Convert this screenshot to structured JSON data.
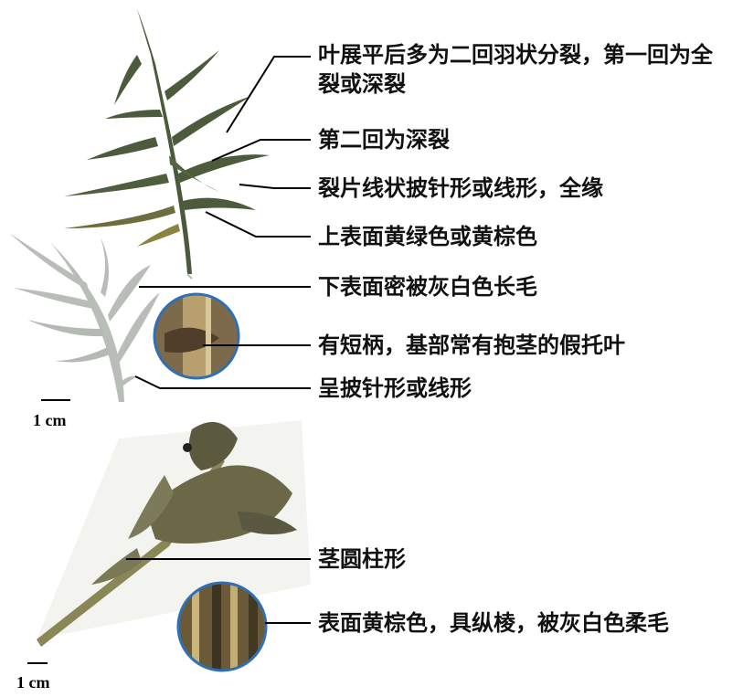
{
  "colors": {
    "upper_leaf": "#4a5a3a",
    "upper_leaf_yellow": "#8a8240",
    "lower_leaf": "#b9bdb8",
    "stem_dry": "#6b6848",
    "inset_border": "#2f6fb5",
    "leader_line": "#000000"
  },
  "annotations": [
    {
      "id": "a1",
      "text": "叶展平后多为二回羽状分裂，第一回为全裂或深裂"
    },
    {
      "id": "a2",
      "text": "第二回为深裂"
    },
    {
      "id": "a3",
      "text": "裂片线状披针形或线形，全缘"
    },
    {
      "id": "a4",
      "text": "上表面黄绿色或黄棕色"
    },
    {
      "id": "a5",
      "text": "下表面密被灰白色长毛"
    },
    {
      "id": "a6",
      "text": "有短柄，基部常有抱茎的假托叶"
    },
    {
      "id": "a7",
      "text": "呈披针形或线形"
    },
    {
      "id": "a8",
      "text": "茎圆柱形"
    },
    {
      "id": "a9",
      "text": "表面黄棕色，具纵棱，被灰白色柔毛"
    }
  ],
  "scale_bars": [
    {
      "label": "1 cm"
    },
    {
      "label": "1 cm"
    }
  ]
}
